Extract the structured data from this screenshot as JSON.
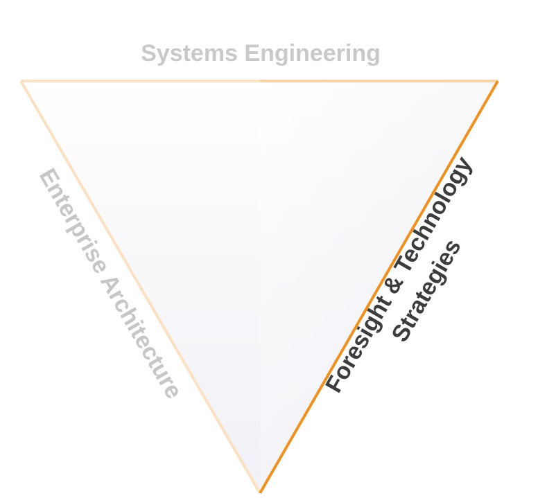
{
  "diagram": {
    "top_label": "Systems Engineering",
    "left_label": "Enterprise Architecture",
    "right_label_line1": "Foresight & Technology",
    "right_label_line2": "Strategies"
  },
  "colors": {
    "accent_orange": "#f0901e",
    "faded_orange": "#f9d3a8",
    "inactive_text": "#c9c9c9",
    "active_text": "#3c3c3c"
  }
}
